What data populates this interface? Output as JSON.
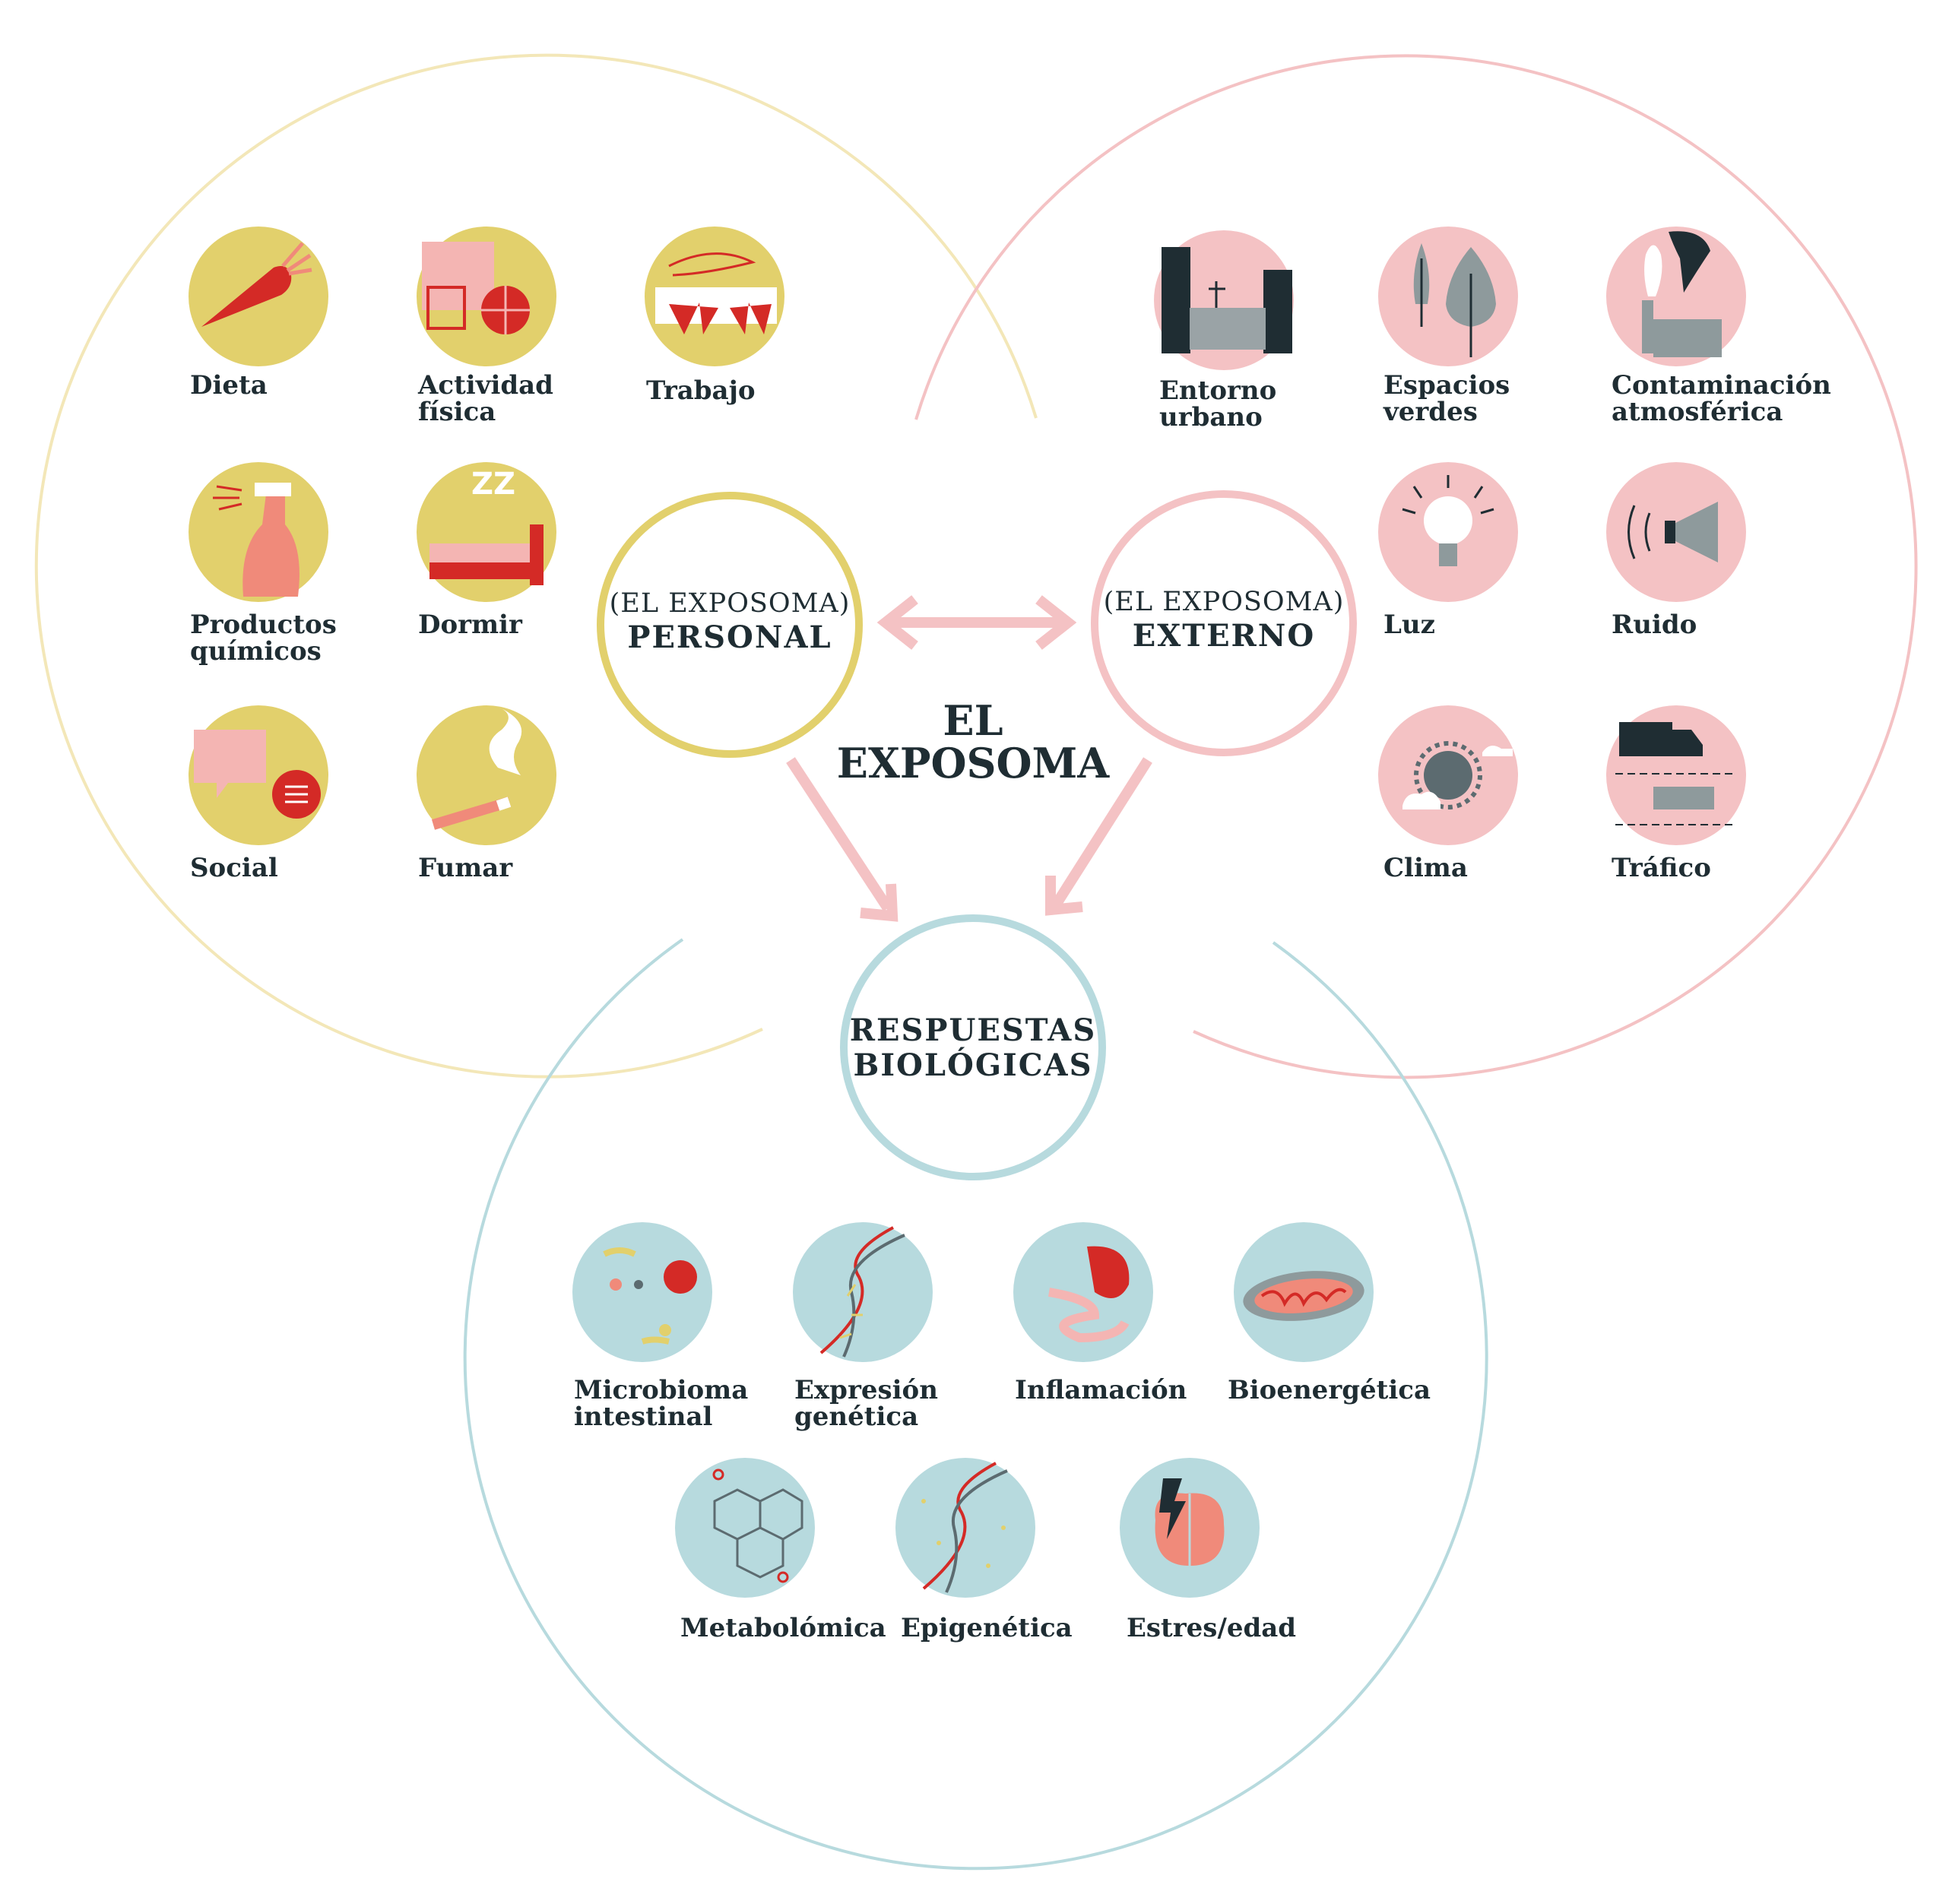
{
  "title": {
    "line1": "EL",
    "line2": "EXPOSOMA"
  },
  "personal": {
    "light": "(EL EXPOSOMA)",
    "bold": "PERSONAL"
  },
  "externo": {
    "light": "(EL EXPOSOMA)",
    "bold": "EXTERNO"
  },
  "respuestas": {
    "line1": "RESPUESTAS",
    "line2": "BIOLÓGICAS"
  },
  "personal_items": [
    {
      "line1": "Dieta",
      "line2": "",
      "icon": "carrot-icon"
    },
    {
      "line1": "Actividad",
      "line2": "física",
      "icon": "exercise-icon"
    },
    {
      "line1": "Trabajo",
      "line2": "",
      "icon": "keyboard-icon"
    },
    {
      "line1": "Productos",
      "line2": "químicos",
      "icon": "spray-bottle-icon"
    },
    {
      "line1": "Dormir",
      "line2": "",
      "icon": "bed-icon"
    },
    {
      "line1": "Social",
      "line2": "",
      "icon": "chat-bubbles-icon"
    },
    {
      "line1": "Fumar",
      "line2": "",
      "icon": "cigarette-icon"
    }
  ],
  "externo_items": [
    {
      "line1": "Entorno",
      "line2": "urbano",
      "icon": "city-icon"
    },
    {
      "line1": "Espacios",
      "line2": "verdes",
      "icon": "trees-icon"
    },
    {
      "line1": "Contaminación",
      "line2": "atmosférica",
      "icon": "factory-icon"
    },
    {
      "line1": "Luz",
      "line2": "",
      "icon": "light-bulb-icon"
    },
    {
      "line1": "Ruido",
      "line2": "",
      "icon": "megaphone-icon"
    },
    {
      "line1": "Clima",
      "line2": "",
      "icon": "sun-cloud-icon"
    },
    {
      "line1": "Tráfico",
      "line2": "",
      "icon": "traffic-icon"
    }
  ],
  "bio_items": [
    {
      "line1": "Microbioma",
      "line2": "intestinal",
      "icon": "microbes-icon"
    },
    {
      "line1": "Expresión",
      "line2": "genética",
      "icon": "dna-icon"
    },
    {
      "line1": "Inflamación",
      "line2": "",
      "icon": "stomach-icon"
    },
    {
      "line1": "Bioenergética",
      "line2": "",
      "icon": "mitochondria-icon"
    },
    {
      "line1": "Metabolómica",
      "line2": "",
      "icon": "molecule-icon"
    },
    {
      "line1": "Epigenética",
      "line2": "",
      "icon": "dna-dots-icon"
    },
    {
      "line1": "Estres/edad",
      "line2": "",
      "icon": "brain-lightning-icon"
    }
  ],
  "colors": {
    "personal": "#e2d06c",
    "personal_ring_light": "#f3e7b8",
    "externo": "#f4c2c4",
    "respuestas": "#b7dade",
    "accent_red": "#d42a26",
    "dark": "#1f2d33",
    "arrow": "#f4c2c4"
  }
}
